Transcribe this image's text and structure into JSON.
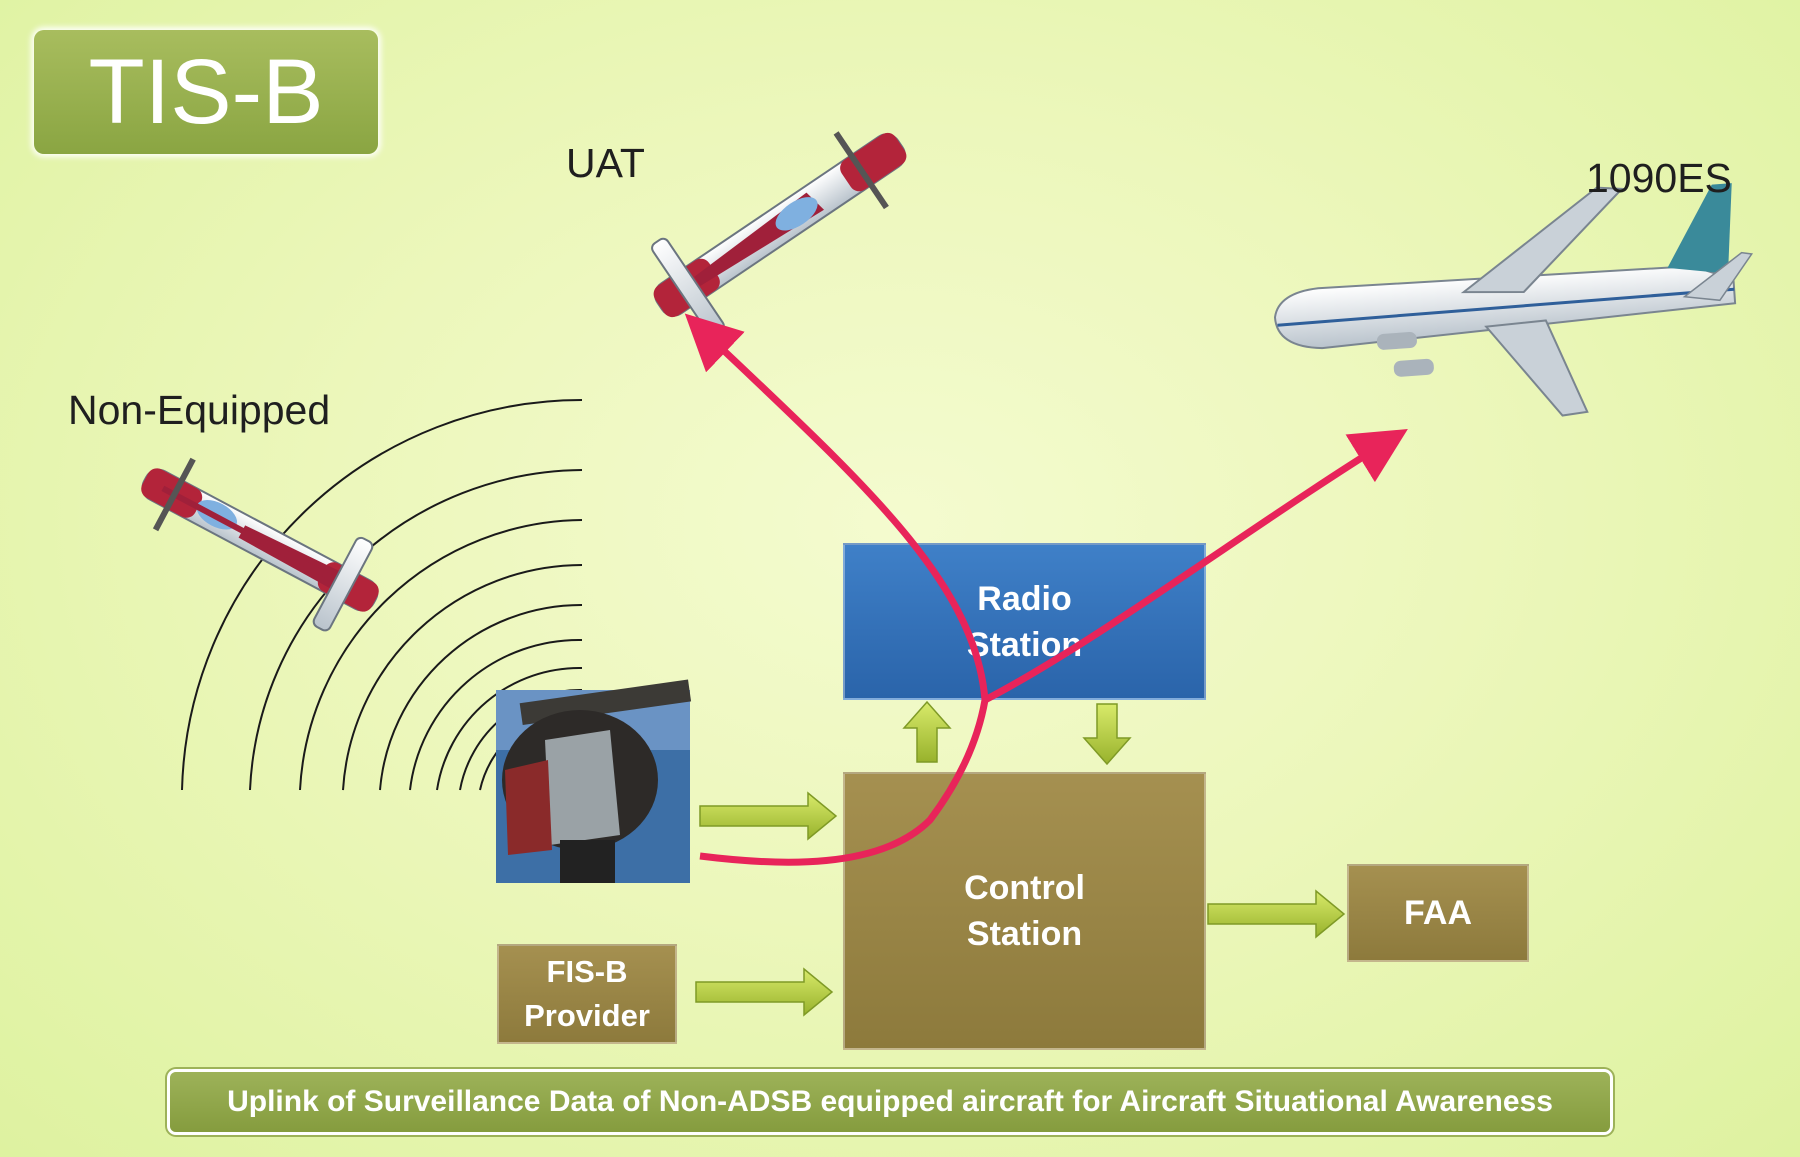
{
  "title": "TIS-B",
  "labels": {
    "uat": "UAT",
    "es1090": "1090ES",
    "non_equipped": "Non-Equipped"
  },
  "boxes": {
    "radio_line1": "Radio",
    "radio_line2": "Station",
    "control_line1": "Control",
    "control_line2": "Station",
    "fisb_line1": "FIS-B",
    "fisb_line2": "Provider",
    "faa": "FAA"
  },
  "caption": "Uplink of Surveillance Data of Non-ADSB equipped aircraft for Aircraft Situational Awareness",
  "icons": [
    "cessna-plane-icon",
    "airliner-plane-icon",
    "radar-antenna-icon",
    "radio-waves-icon"
  ],
  "colors": {
    "uplink_path": "#e8245a",
    "box_olive": "#8d7a3c",
    "box_blue": "#2a64aa",
    "flow_arrow": "#a8c23a",
    "title_green": "#98b04e"
  }
}
